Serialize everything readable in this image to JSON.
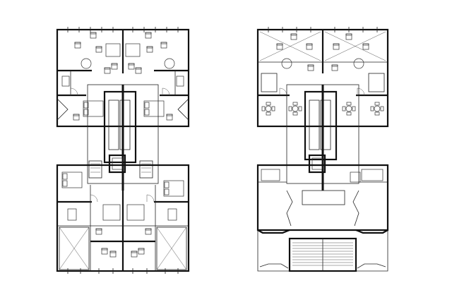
{
  "plans": [
    {
      "id": "lower-floor-plan",
      "side": "left"
    },
    {
      "id": "upper-floor-plan",
      "side": "right"
    }
  ],
  "colors": {
    "line": "#111111",
    "background": "#ffffff"
  }
}
